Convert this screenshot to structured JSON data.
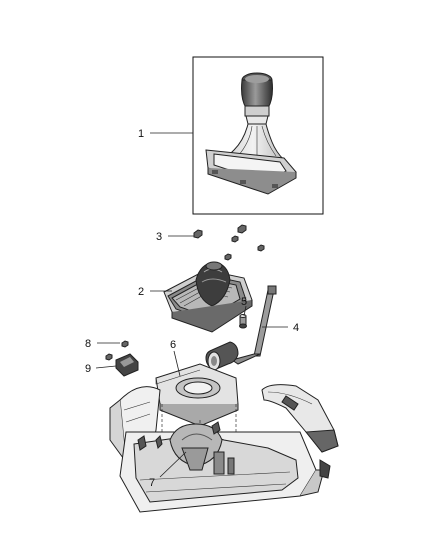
{
  "callouts": [
    "1",
    "2",
    "3",
    "4",
    "5",
    "6",
    "7",
    "8",
    "9"
  ],
  "colors": {
    "outline": "#222222",
    "shade_dark": "#4a4a4a",
    "shade_mid": "#8c8c8c",
    "shade_light": "#d9d9d9",
    "boot_fill": "#e6e6e6"
  },
  "icons": [
    "shift-knob",
    "shift-boot",
    "bezel-frame",
    "nut",
    "shift-lever",
    "bushing",
    "pin",
    "clip",
    "mounting-plate",
    "floor-console"
  ]
}
